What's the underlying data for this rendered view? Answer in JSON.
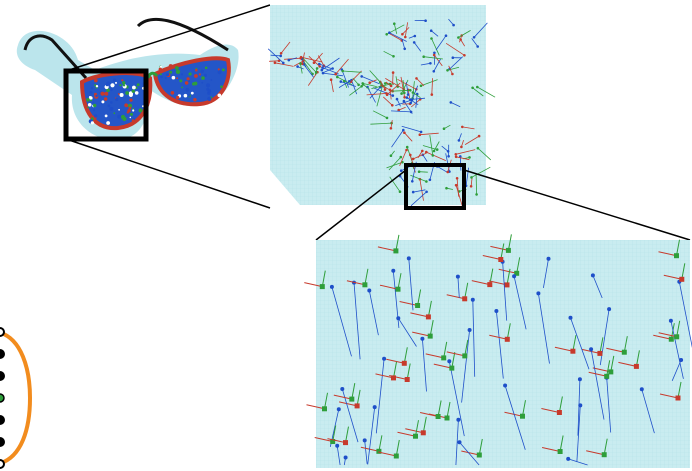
{
  "figure": {
    "description_free": true,
    "colors": {
      "glasses_halo": "#a9dde8",
      "glasses_frame": "#111111",
      "panel_bg": "#c9ecf0",
      "panel_grid": "#b3e0e6",
      "zoom_box": "#000000",
      "connector": "#000000",
      "blue_points": "#1e4fc9",
      "red_points": "#c73a2c",
      "green_points": "#2e9e3a",
      "orange_circle": "#f28c1e"
    },
    "panels": [
      {
        "id": "overview",
        "icon": "sunglasses-icon"
      },
      {
        "id": "zoom-1"
      },
      {
        "id": "zoom-2"
      }
    ],
    "side_glyph": {
      "icon": "orange-circle-with-dots-icon",
      "dot_count": 6
    }
  }
}
